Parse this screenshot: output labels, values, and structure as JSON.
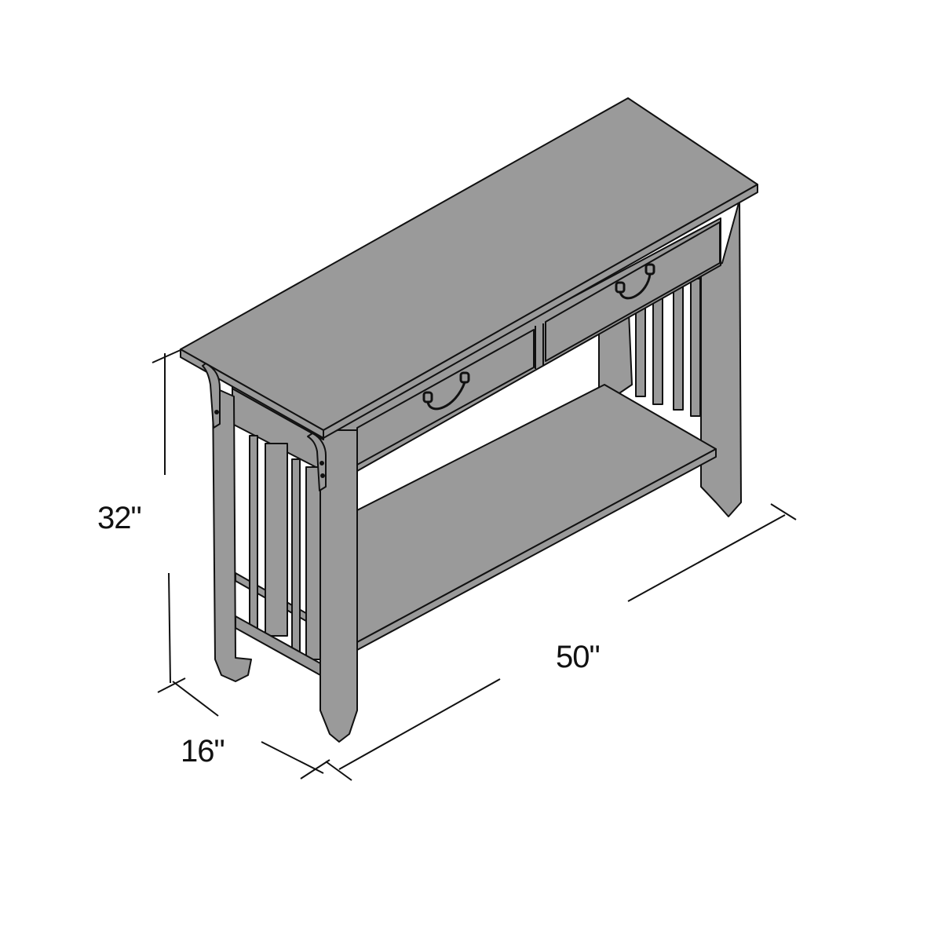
{
  "product": {
    "name": "Console table with two drawers and lower shelf",
    "fill_color": "#9a9a9a",
    "line_color": "#111111",
    "drawers": 2,
    "shelves": 1
  },
  "dimensions": {
    "height": "32\"",
    "depth": "16\"",
    "width": "50\""
  }
}
